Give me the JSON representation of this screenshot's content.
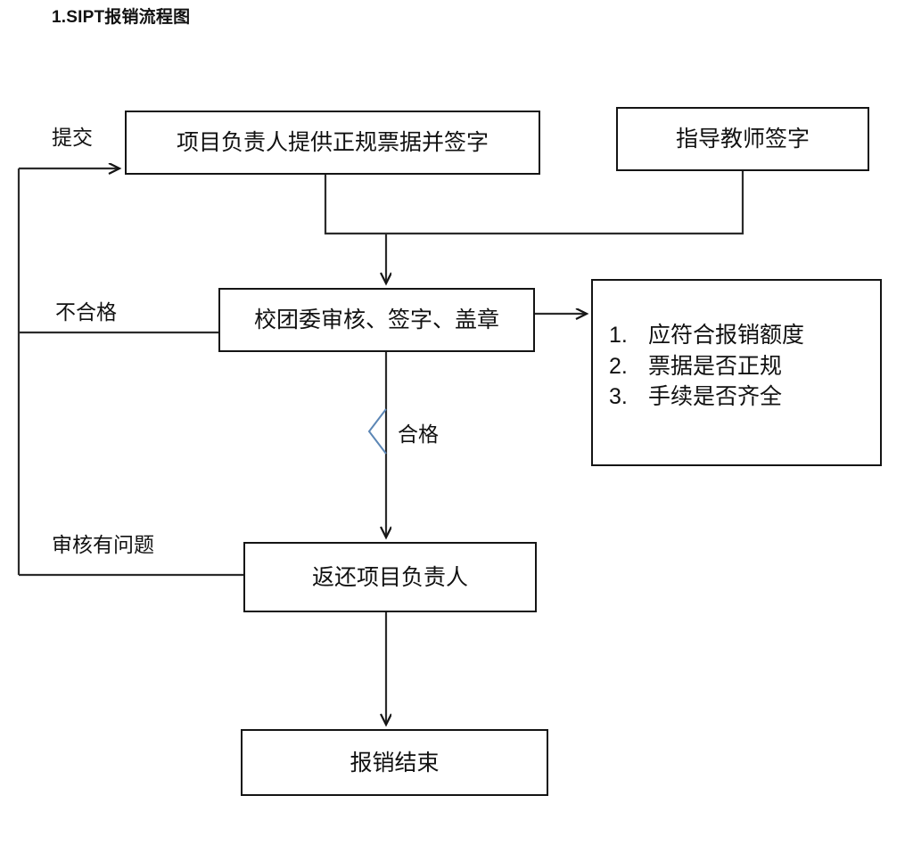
{
  "title": "1.SIPT报销流程图",
  "nodes": {
    "submit_docs": "项目负责人提供正规票据并签字",
    "advisor_sign": "指导教师签字",
    "committee_review": "校团委审核、签字、盖章",
    "return_owner": "返还项目负责人",
    "finish": "报销结束"
  },
  "criteria": {
    "items": [
      {
        "num": "1.",
        "text": "应符合报销额度"
      },
      {
        "num": "2.",
        "text": "票据是否正规"
      },
      {
        "num": "3.",
        "text": "手续是否齐全"
      }
    ]
  },
  "edge_labels": {
    "submit": "提交",
    "fail": "不合格",
    "pass": "合格",
    "problem": "审核有问题"
  },
  "colors": {
    "stroke": "#141414",
    "connector": "#2b2b2b",
    "marker_accent": "#5b86b5",
    "background": "#ffffff",
    "text": "#111111"
  }
}
